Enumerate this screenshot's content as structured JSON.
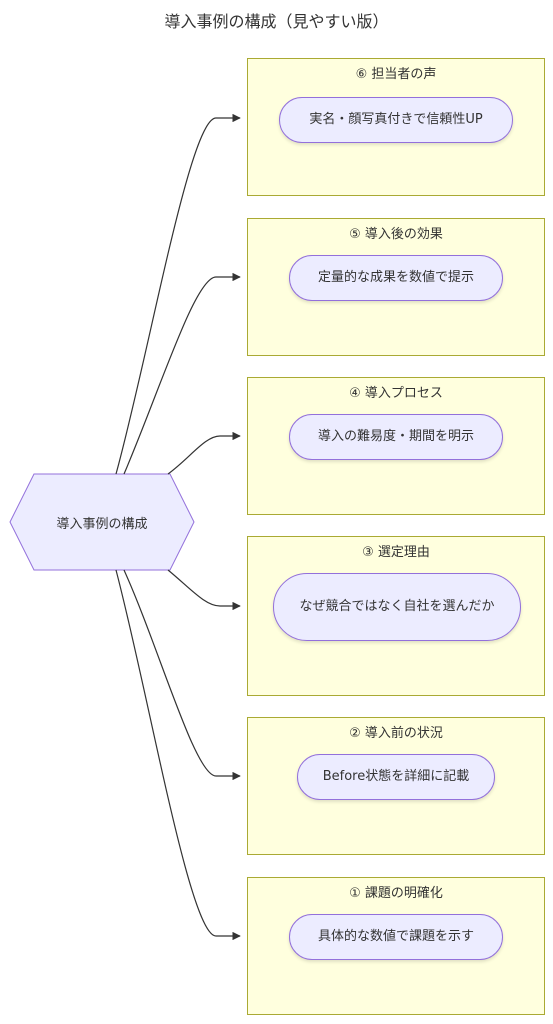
{
  "title": "導入事例の構成（見やすい版）",
  "root": {
    "label": "導入事例の構成"
  },
  "sections": [
    {
      "title": "⑥ 担当者の声",
      "node": "実名・顔写真付きで信頼性UP"
    },
    {
      "title": "⑤ 導入後の効果",
      "node": "定量的な成果を数値で提示"
    },
    {
      "title": "④ 導入プロセス",
      "node": "導入の難易度・期間を明示"
    },
    {
      "title": "③ 選定理由",
      "node": "なぜ競合ではなく自社を選んだか"
    },
    {
      "title": "② 導入前の状況",
      "node": "Before状態を詳細に記載"
    },
    {
      "title": "① 課題の明確化",
      "node": "具体的な数値で課題を示す"
    }
  ],
  "colors": {
    "cluster_fill": "#ffffde",
    "cluster_border": "#aaaa33",
    "node_fill": "#ececff",
    "node_border": "#9370db",
    "edge": "#333333"
  }
}
